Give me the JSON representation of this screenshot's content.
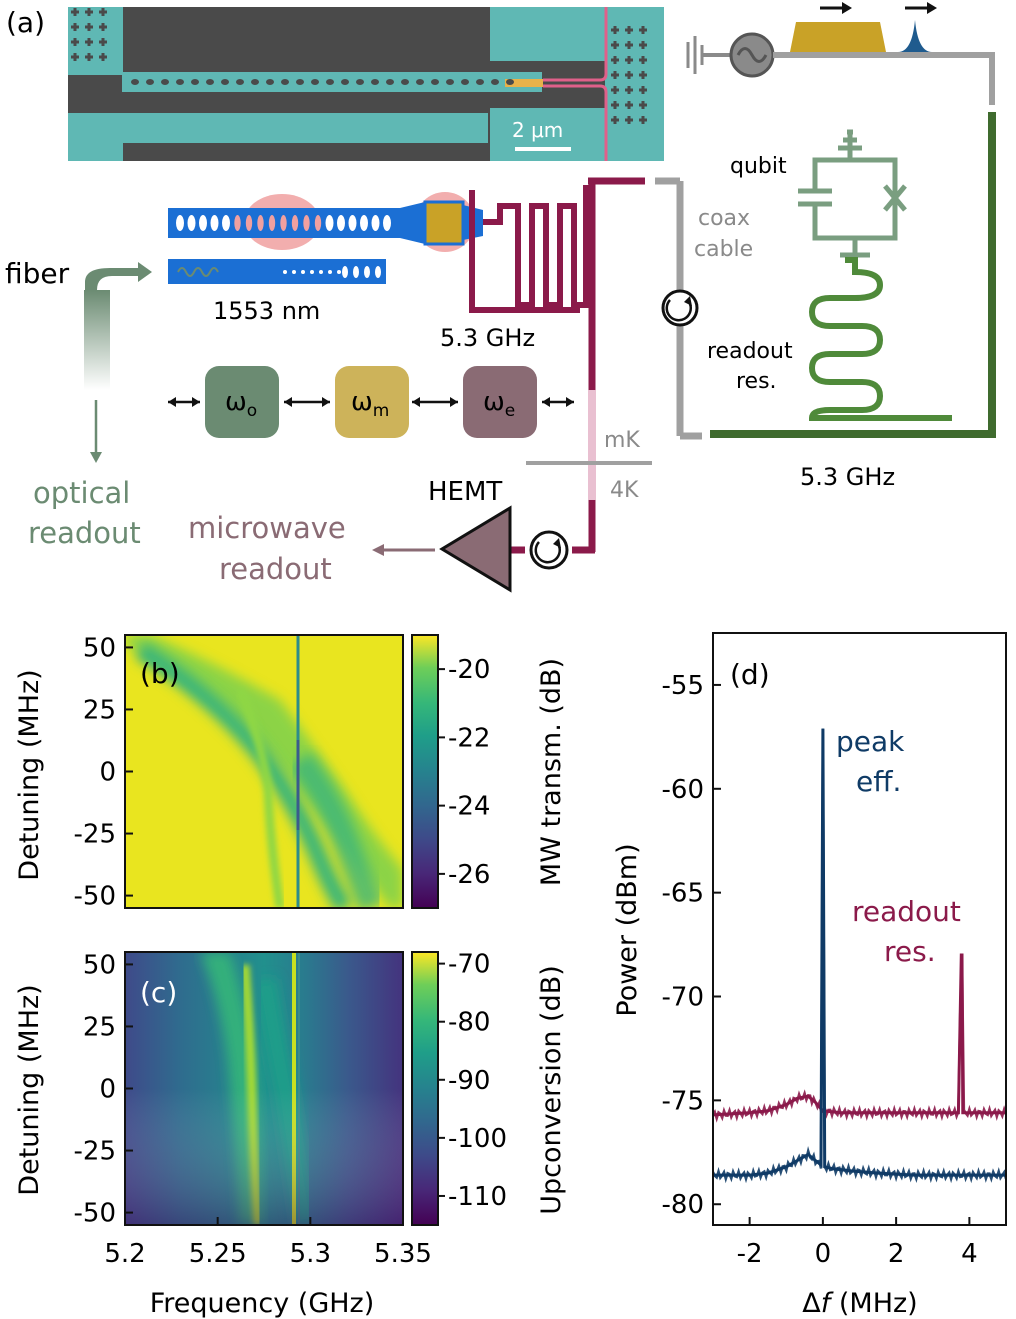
{
  "panel_a": {
    "label": "(a)",
    "scale_bar": "2 μm",
    "labels": {
      "qubit": "qubit",
      "coax": "coax",
      "cable": "cable",
      "fiber": "fiber",
      "wavelength": "1553 nm",
      "freq_left": "5.3 GHz",
      "freq_right": "5.3 GHz",
      "readout_res_1": "readout",
      "readout_res_2": "res.",
      "mk": "mK",
      "four_k": "4K",
      "hemt": "HEMT",
      "optical_readout_1": "optical",
      "optical_readout_2": "readout",
      "microwave_readout_1": "microwave",
      "microwave_readout_2": "readout",
      "omega_o_base": "ω",
      "omega_o_sub": "o",
      "omega_m_base": "ω",
      "omega_m_sub": "m",
      "omega_e_base": "ω",
      "omega_e_sub": "e"
    },
    "colors": {
      "qubit_green": "#3f6b2e",
      "optical_gray_green": "#6b8b72",
      "mw_maroon": "#8b1a4a",
      "gold": "#c9a227",
      "blue": "#1b5fc4",
      "coax_gray": "#a0a0a0",
      "sem_cyan": "#5fb8b4",
      "sem_dark": "#4a4a4a"
    }
  },
  "panel_b": {
    "label": "(b)",
    "ylabel": "Detuning (MHz)",
    "colorbar_label": "MW transm. (dB)",
    "yticks": [
      "50",
      "25",
      "0",
      "-25",
      "-50"
    ],
    "colorbar_ticks": [
      "-20",
      "-22",
      "-24",
      "-26"
    ]
  },
  "panel_c": {
    "label": "(c)",
    "ylabel": "Detuning (MHz)",
    "xlabel": "Frequency (GHz)",
    "yticks": [
      "50",
      "25",
      "0",
      "-25",
      "-50"
    ],
    "xticks": [
      "5.2",
      "5.25",
      "5.3",
      "5.35"
    ],
    "colorbar_label": "Upconversion (dB)",
    "colorbar_ticks": [
      "-70",
      "-80",
      "-90",
      "-100",
      "-110"
    ]
  },
  "panel_d": {
    "label": "(d)",
    "ylabel": "Power (dBm)",
    "xlabel_prefix": "Δ",
    "xlabel_var": "f",
    "xlabel_suffix": " (MHz)",
    "annotations": {
      "peak_1": "peak",
      "peak_2": "eff.",
      "readout_1": "readout",
      "readout_2": "res."
    }
  },
  "chart_data": [
    {
      "type": "heatmap",
      "panel": "(b)",
      "x_range": [
        5.2,
        5.35
      ],
      "y_range": [
        -55,
        55
      ],
      "color_range": [
        -27,
        -19
      ],
      "colormap": "viridis",
      "yticks": [
        50,
        25,
        0,
        -25,
        -50
      ],
      "colorbar_ticks": [
        -20,
        -22,
        -24,
        -26
      ],
      "ylabel": "Detuning (MHz)",
      "colorbar_label": "MW transm. (dB)"
    },
    {
      "type": "heatmap",
      "panel": "(c)",
      "x_range": [
        5.2,
        5.35
      ],
      "y_range": [
        -55,
        55
      ],
      "color_range": [
        -115,
        -68
      ],
      "colormap": "viridis",
      "xticks": [
        5.2,
        5.25,
        5.3,
        5.35
      ],
      "yticks": [
        50,
        25,
        0,
        -25,
        -50
      ],
      "colorbar_ticks": [
        -70,
        -80,
        -90,
        -100,
        -110
      ],
      "xlabel": "Frequency (GHz)",
      "ylabel": "Detuning (MHz)",
      "colorbar_label": "Upconversion (dB)"
    },
    {
      "type": "line",
      "panel": "(d)",
      "xlim": [
        -3,
        5
      ],
      "ylim": [
        -81,
        -52.5
      ],
      "xticks": [
        -2,
        0,
        2,
        4
      ],
      "yticks": [
        -55,
        -60,
        -65,
        -70,
        -75,
        -80
      ],
      "xlabel": "Δf (MHz)",
      "ylabel": "Power (dBm)",
      "series": [
        {
          "name": "readout res.",
          "color": "#8b1a4a",
          "x": [
            -3,
            -2,
            -1.5,
            -1,
            -0.7,
            -0.4,
            -0.2,
            0,
            0.5,
            1,
            2,
            3,
            3.7,
            3.78,
            3.8,
            3.82,
            3.9,
            4,
            5
          ],
          "values": [
            -75.7,
            -75.6,
            -75.5,
            -75.2,
            -74.9,
            -74.8,
            -75.1,
            -75.5,
            -75.6,
            -75.6,
            -75.6,
            -75.6,
            -75.6,
            -68,
            -68,
            -75.6,
            -75.6,
            -75.6,
            -75.6
          ]
        },
        {
          "name": "peak eff.",
          "color": "#0f3b66",
          "x": [
            -3,
            -2,
            -1.5,
            -1,
            -0.6,
            -0.4,
            -0.2,
            -0.05,
            0,
            0.05,
            0.3,
            0.8,
            1.5,
            2.5,
            3.5,
            4,
            5
          ],
          "values": [
            -78.6,
            -78.6,
            -78.5,
            -78.2,
            -77.8,
            -77.6,
            -77.9,
            -78.1,
            -57.1,
            -78.2,
            -78.3,
            -78.4,
            -78.5,
            -78.6,
            -78.6,
            -78.6,
            -78.6
          ]
        }
      ]
    }
  ]
}
